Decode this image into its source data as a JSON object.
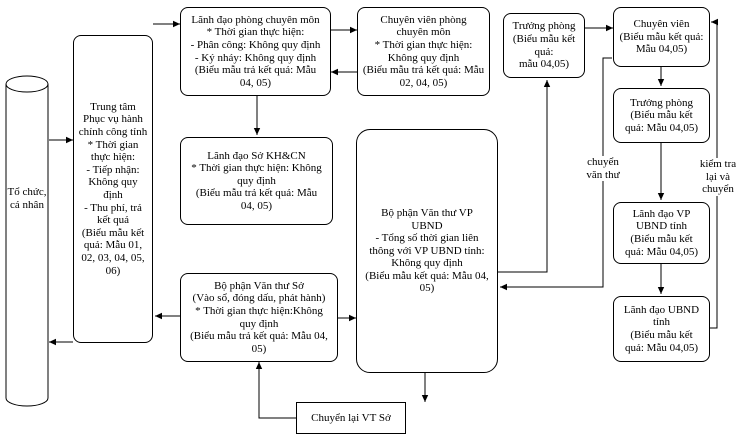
{
  "nodes": {
    "citizen": {
      "lines": [
        "Tổ chức,",
        "cá nhân"
      ]
    },
    "center": {
      "lines": [
        "Trung tâm",
        "Phục vụ hành",
        "chính công tỉnh",
        "* Thời gian",
        "thực hiện:",
        "- Tiếp nhận:",
        "Không quy",
        "định",
        "- Thu phí, trả",
        "kết quả",
        "(Biểu mẫu kết",
        "quả: Mẫu 01,",
        "02, 03, 04, 05,",
        "06)"
      ]
    },
    "dept_head": {
      "lines": [
        "Lãnh đạo phòng chuyên môn",
        "* Thời gian thực hiện:",
        "- Phân công: Không quy định",
        "- Ký nháy: Không quy định",
        "(Biểu mẫu trả kết quả: Mẫu",
        "04, 05)"
      ]
    },
    "specialist_dept": {
      "lines": [
        "Chuyên viên phòng",
        "chuyên môn",
        "* Thời gian thực hiện:",
        "Không quy định",
        "(Biểu mẫu trả kết quả: Mẫu",
        "02, 04, 05)"
      ]
    },
    "director_khcn": {
      "lines": [
        "Lãnh đạo Sở KH&CN",
        "* Thời gian thực hiện: Không",
        "quy định",
        "(Biểu mẫu trả kết quả: Mẫu",
        "04, 05)"
      ]
    },
    "clerk_dept": {
      "lines": [
        "Bộ phận Văn thư Sở",
        "(Vào sổ, đóng dấu, phát hành)",
        "* Thời gian thực hiện:Không",
        "quy định",
        "(Biểu mẫu trả kết quả: Mẫu 04,",
        "05)"
      ]
    },
    "clerk_ubnd": {
      "lines": [
        "Bộ phận Văn thư VP",
        "UBND",
        "- Tổng số thời gian liên",
        "thông với VP UBND tỉnh:",
        "Không quy định",
        "(Biểu mẫu kết quả: Mẫu 04,",
        "05)"
      ]
    },
    "head_room_1": {
      "lines": [
        "Trưởng phòng",
        "(Biểu mẫu kết quả:",
        "mẫu 04,05)"
      ]
    },
    "specialist_right": {
      "lines": [
        "Chuyên viên",
        "(Biểu mẫu kết quả:",
        "Mẫu 04,05)"
      ]
    },
    "head_room_2": {
      "lines": [
        "Trưởng phòng",
        "(Biểu mẫu kết",
        "quả: Mẫu 04,05)"
      ]
    },
    "leader_vp": {
      "lines": [
        "Lãnh đạo VP",
        "UBND tỉnh",
        "(Biểu mẫu kết",
        "quả: Mẫu 04,05)"
      ]
    },
    "leader_ubnd": {
      "lines": [
        "Lãnh đạo UBND",
        "tỉnh",
        "(Biểu mẫu kết",
        "quả: Mẫu 04,05)"
      ]
    },
    "return_vt": {
      "lines": [
        "Chuyển lại VT Sở"
      ]
    }
  },
  "edge_labels": {
    "to_clerk": [
      "chuyển",
      "văn thư"
    ],
    "check_back": [
      "kiểm tra",
      "lại và",
      "chuyển"
    ]
  }
}
